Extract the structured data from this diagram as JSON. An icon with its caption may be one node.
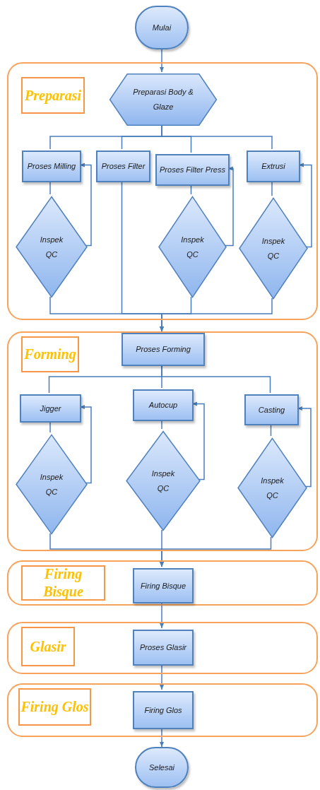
{
  "diagram": {
    "nodes": [
      {
        "text": [
          "Mulai"
        ]
      },
      {
        "text": [
          "Preparasi"
        ]
      },
      {
        "text": [
          "Preparasi Body & Glaze"
        ],
        "in": 1
      },
      {
        "text": [
          "Proses Milling"
        ],
        "in": 1
      },
      {
        "text": [
          "Proses Filter"
        ],
        "in": 1
      },
      {
        "text": [
          "Proses Filter Press"
        ],
        "in": 1
      },
      {
        "text": [
          "Extrusi"
        ],
        "in": 1
      },
      {
        "text": [
          "Inspek QC"
        ],
        "in": 1
      },
      {
        "text": [
          "Inspek QC"
        ],
        "in": 1
      },
      {
        "text": [
          "Inspek QC"
        ],
        "in": 1
      },
      {
        "text": [
          "Forming"
        ]
      },
      {
        "text": [
          "Proses Forming"
        ],
        "in": 10
      },
      {
        "text": [
          "Jigger"
        ],
        "in": 10
      },
      {
        "text": [
          "Autocup"
        ],
        "in": 10
      },
      {
        "text": [
          "Casting"
        ],
        "in": 10
      },
      {
        "text": [
          "Inspek QC"
        ],
        "in": 10
      },
      {
        "text": [
          "Inspek QC"
        ],
        "in": 10
      },
      {
        "text": [
          "Inspek QC"
        ],
        "in": 10
      },
      {
        "text": [
          "Firing Bisque"
        ]
      },
      {
        "text": [
          "Firing Bisque"
        ],
        "in": 18
      },
      {
        "text": [
          "Glasir"
        ]
      },
      {
        "text": [
          "Proses Glasir"
        ],
        "in": 20
      },
      {
        "text": [
          "Firing Glos"
        ]
      },
      {
        "text": [
          "Firing Glos"
        ],
        "in": 22
      },
      {
        "text": [
          "Selesai"
        ]
      }
    ],
    "edges": [
      {
        "from": 0,
        "to": 2,
        "arrow": "to"
      },
      {
        "from": 2,
        "to": 3,
        "arrow": "none"
      },
      {
        "from": 2,
        "to": 4,
        "arrow": "none"
      },
      {
        "from": 2,
        "to": 5,
        "arrow": "none"
      },
      {
        "from": 2,
        "to": 6,
        "arrow": "none"
      },
      {
        "from": 3,
        "to": 7,
        "arrow": "none"
      },
      {
        "from": 7,
        "to": 3,
        "arrow": "to"
      },
      {
        "from": 5,
        "to": 8,
        "arrow": "none"
      },
      {
        "from": 8,
        "to": 5,
        "arrow": "to"
      },
      {
        "from": 6,
        "to": 9,
        "arrow": "none"
      },
      {
        "from": 9,
        "to": 6,
        "arrow": "to"
      },
      {
        "from": 7,
        "to": 11,
        "arrow": "to"
      },
      {
        "from": 4,
        "to": 11,
        "arrow": "to"
      },
      {
        "from": 8,
        "to": 11,
        "arrow": "to"
      },
      {
        "from": 9,
        "to": 11,
        "arrow": "to"
      },
      {
        "from": 11,
        "to": 12,
        "arrow": "none"
      },
      {
        "from": 11,
        "to": 13,
        "arrow": "none"
      },
      {
        "from": 11,
        "to": 14,
        "arrow": "none"
      },
      {
        "from": 12,
        "to": 15,
        "arrow": "none"
      },
      {
        "from": 15,
        "to": 12,
        "arrow": "to"
      },
      {
        "from": 13,
        "to": 16,
        "arrow": "none"
      },
      {
        "from": 16,
        "to": 13,
        "arrow": "to"
      },
      {
        "from": 14,
        "to": 17,
        "arrow": "none"
      },
      {
        "from": 17,
        "to": 14,
        "arrow": "to"
      },
      {
        "from": 15,
        "to": 19,
        "arrow": "to"
      },
      {
        "from": 16,
        "to": 19,
        "arrow": "to"
      },
      {
        "from": 17,
        "to": 19,
        "arrow": "to"
      },
      {
        "from": 19,
        "to": 21,
        "arrow": "to"
      },
      {
        "from": 21,
        "to": 23,
        "arrow": "to"
      },
      {
        "from": 23,
        "to": 24,
        "arrow": "to"
      }
    ]
  }
}
